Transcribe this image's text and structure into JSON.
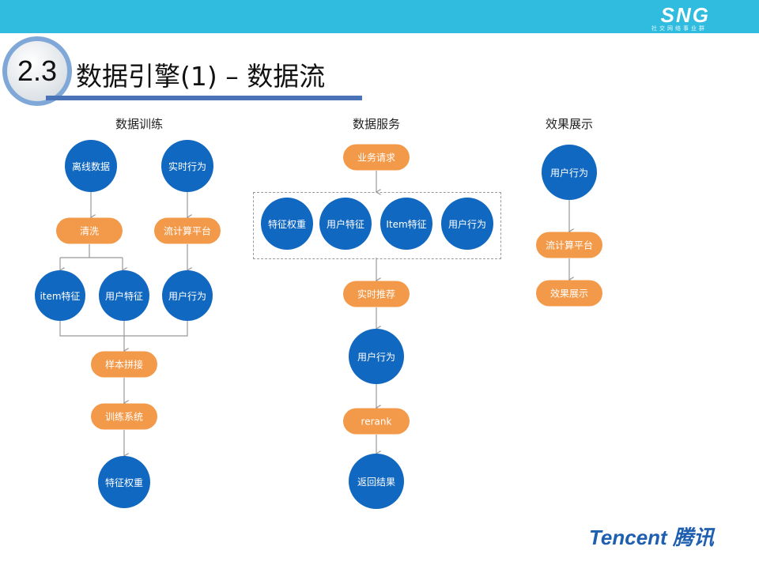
{
  "header": {
    "logo": "SNG",
    "logo_sub": "社交网络事业群",
    "section_number": "2.3",
    "title": "数据引擎(1) – 数据流"
  },
  "colors": {
    "bar": "#2fbcdf",
    "circle": "#1168c0",
    "pill": "#f39a4a"
  },
  "training": {
    "heading": "数据训练",
    "offline": "离线数据",
    "realtime": "实时行为",
    "clean": "清洗",
    "stream": "流计算平台",
    "item_feat": "item特征",
    "user_feat": "用户特征",
    "user_behavior": "用户行为",
    "sample_join": "样本拼接",
    "train_system": "训练系统",
    "feature_weight": "特征权重"
  },
  "serving": {
    "heading": "数据服务",
    "request": "业务请求",
    "feature_weight": "特征权重",
    "user_feat": "用户特征",
    "item_feat": "Item特征",
    "user_behavior": "用户行为",
    "realtime_rec": "实时推荐",
    "user_behavior2": "用户行为",
    "rerank": "rerank",
    "result": "返回结果"
  },
  "display": {
    "heading": "效果展示",
    "user_behavior": "用户行为",
    "stream": "流计算平台",
    "show": "效果展示"
  },
  "footer": {
    "brand": "Tencent 腾讯"
  }
}
